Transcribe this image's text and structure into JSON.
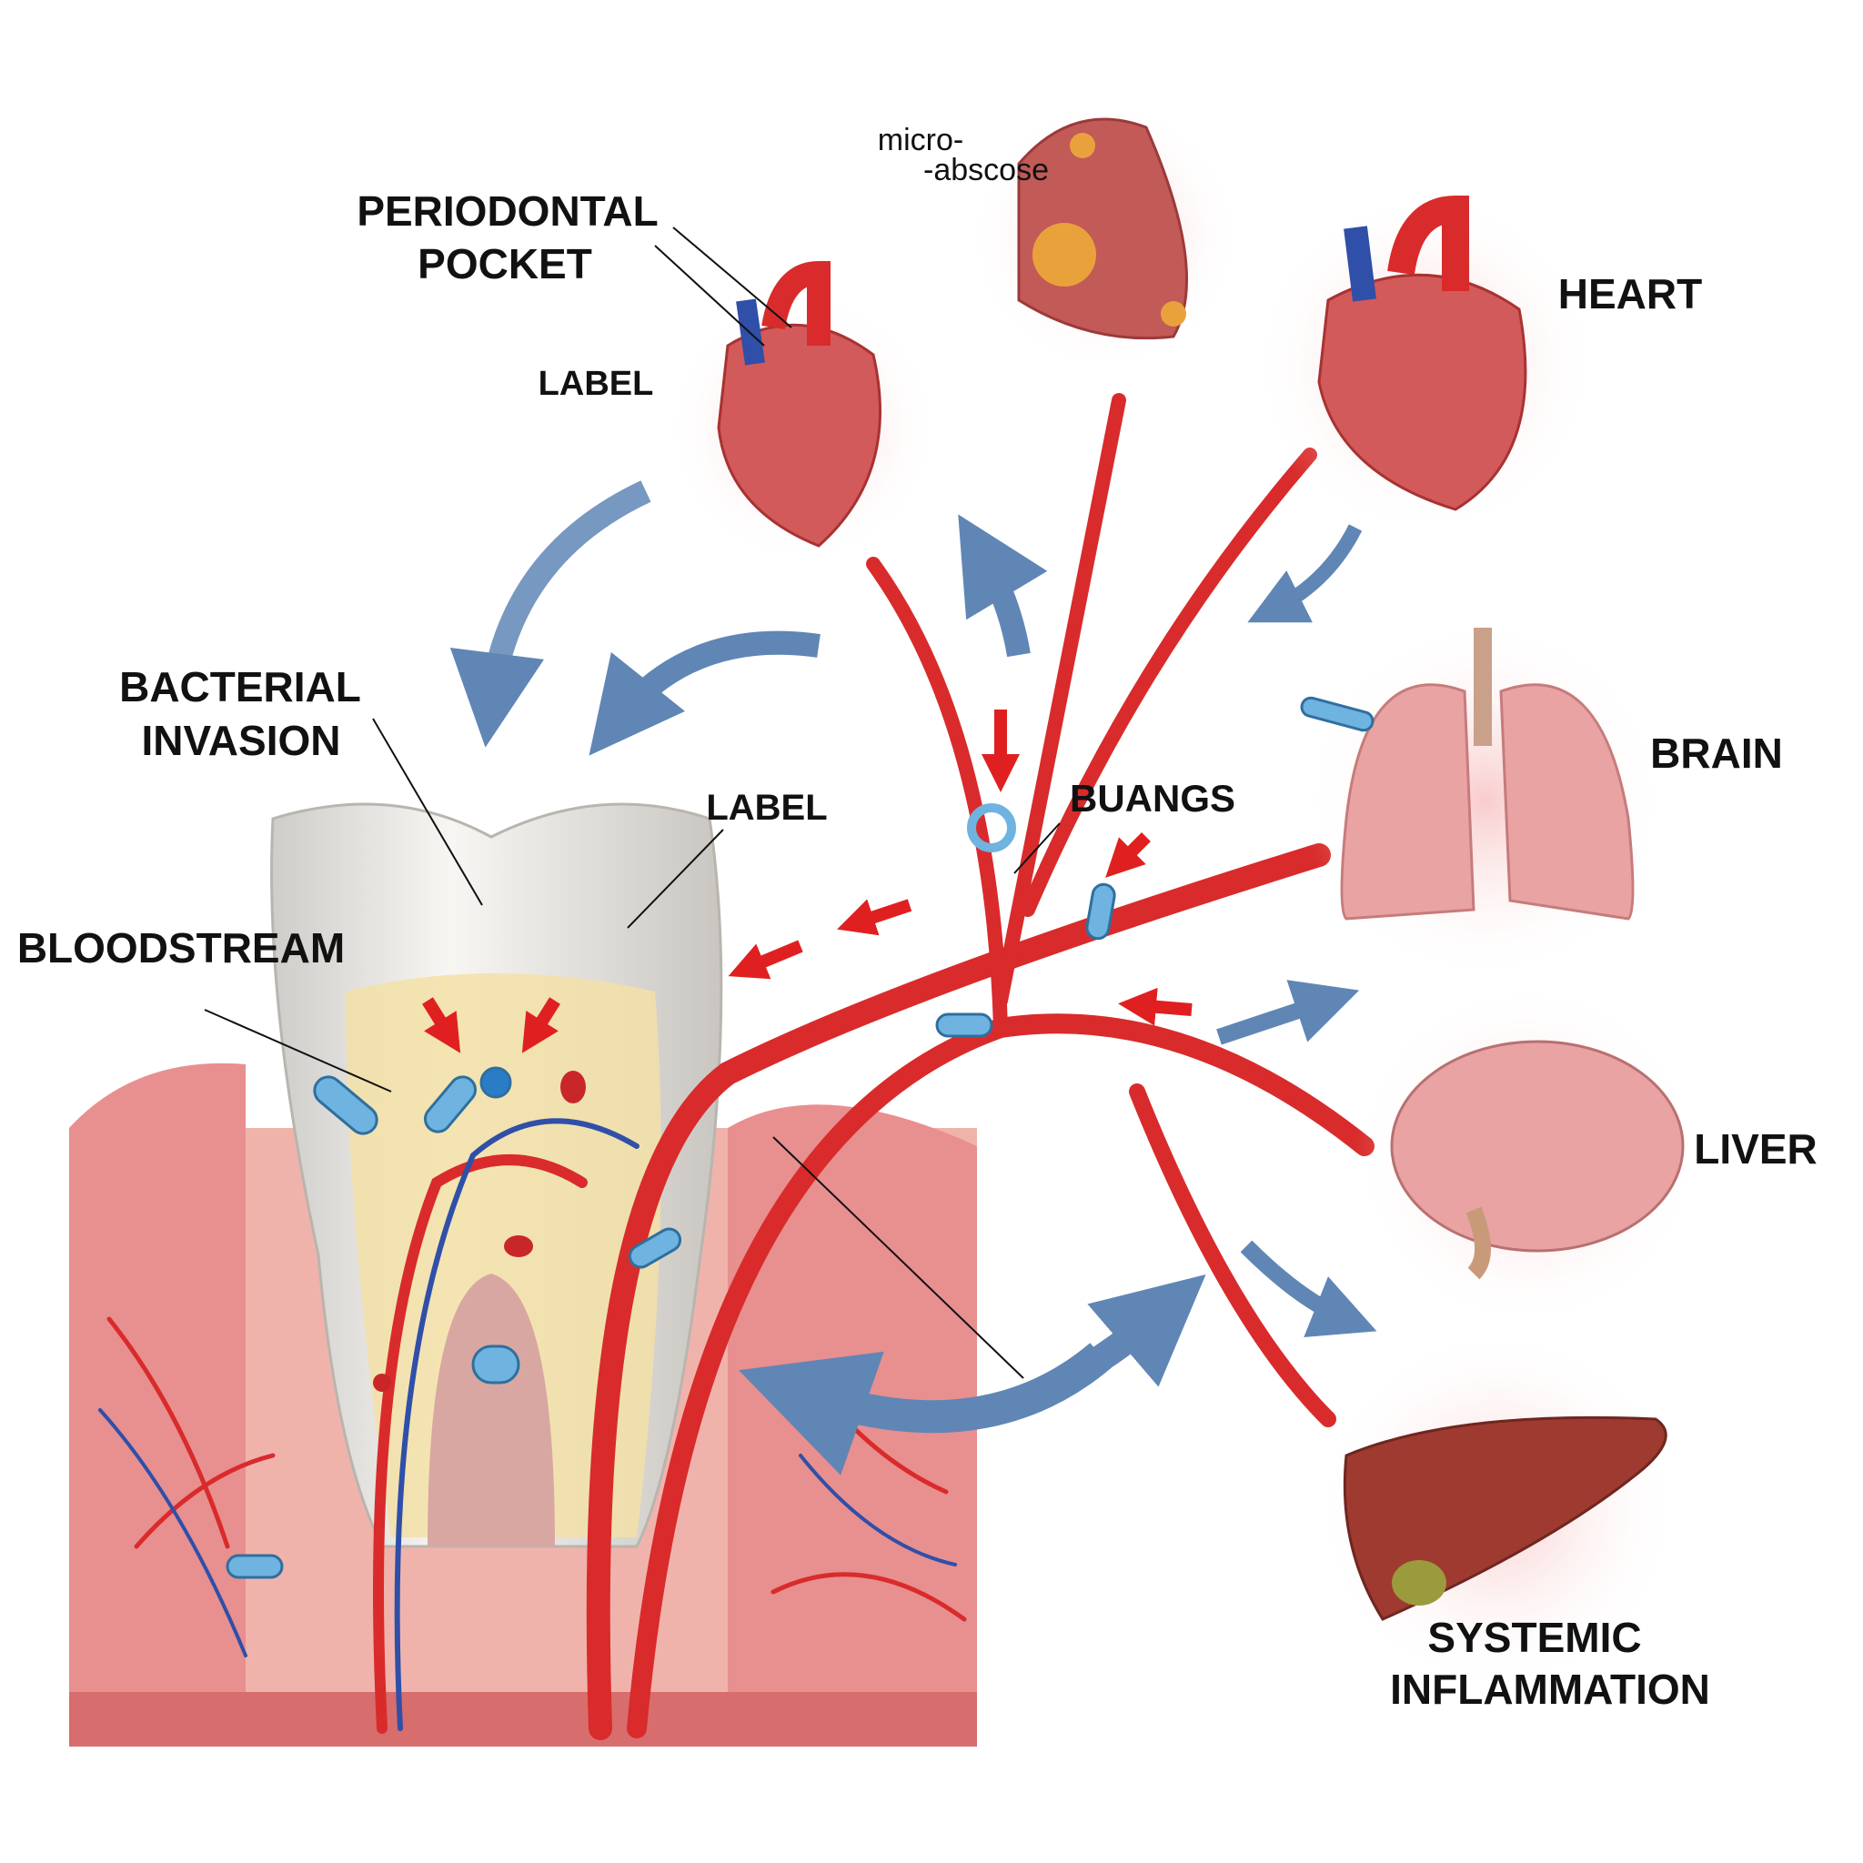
{
  "labels": {
    "periodontal_pocket": [
      "PERIODONTAL",
      "POCKET"
    ],
    "label_top": "LABEL",
    "micro_abscess": [
      "micro-",
      "-abscose"
    ],
    "heart": "HEART",
    "bacterial_invasion": [
      "BACTERIAL",
      "INVASION"
    ],
    "label_mid": "LABEL",
    "buangs": "BUANGS",
    "brain": "BRAIN",
    "bloodstream": "BLOODSTREAM",
    "liver": "LIVER",
    "systemic_inflammation": [
      "SYSTEMIC",
      "INFLAMMATION"
    ]
  },
  "colors": {
    "artery": "#d92b2b",
    "vein": "#2f4fa8",
    "gum": "#efa3a3",
    "tooth": "#eceae6",
    "bacteria": "#6fb3e0",
    "flow_arrow": "#5f86b5"
  }
}
